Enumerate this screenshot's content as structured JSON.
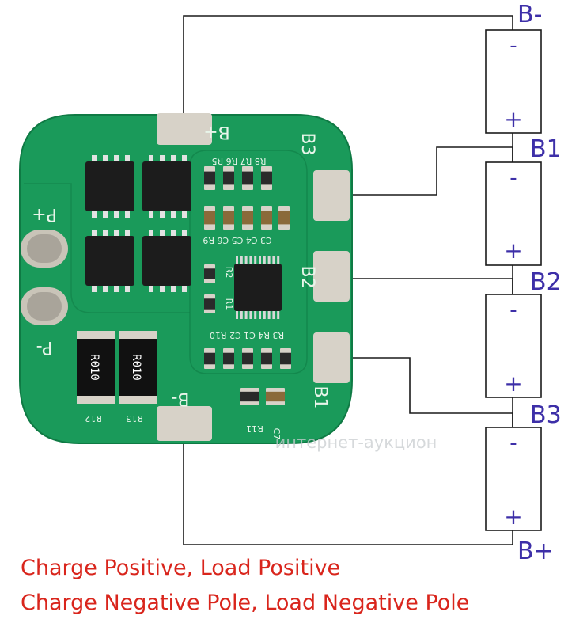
{
  "colors": {
    "wire": "#1a1a1a",
    "terminal_label": "#3d2fa8",
    "board": "#1a9a5a",
    "board_dark": "#0f7a44",
    "silkscreen": "#e8f5ea",
    "pad": "#d7d2c8",
    "chip": "#1c1c1c",
    "caption": "#d9251c",
    "watermark": "#c9cdd0"
  },
  "terminals": {
    "b_minus": "B-",
    "b1": "B1",
    "b2": "B2",
    "b3": "B3",
    "b_plus": "B+"
  },
  "cell_polarity": {
    "negative": "-",
    "positive": "+"
  },
  "board": {
    "pad_b_plus": "B+",
    "pad_b_minus": "B-",
    "pad_b3": "B3",
    "pad_b2": "B2",
    "pad_b1": "B1",
    "pin_p_plus": "P+",
    "pin_p_minus": "P-",
    "resistor_marking": "R010",
    "r12": "R12",
    "r13": "R13",
    "r11": "R11",
    "r1": "R1",
    "r2": "R2",
    "r_top_labels": "R8 R7 R6 R5",
    "c_row_labels": "C3 C4 C5 C6 R9",
    "bottom_row_labels": "R3 R4 C1 C2 R10",
    "c7": "C7"
  },
  "watermark": {
    "text": "интернет-аукцион"
  },
  "captions": {
    "line1": "Charge Positive, Load Positive",
    "line2": "Charge Negative Pole, Load Negative Pole"
  }
}
